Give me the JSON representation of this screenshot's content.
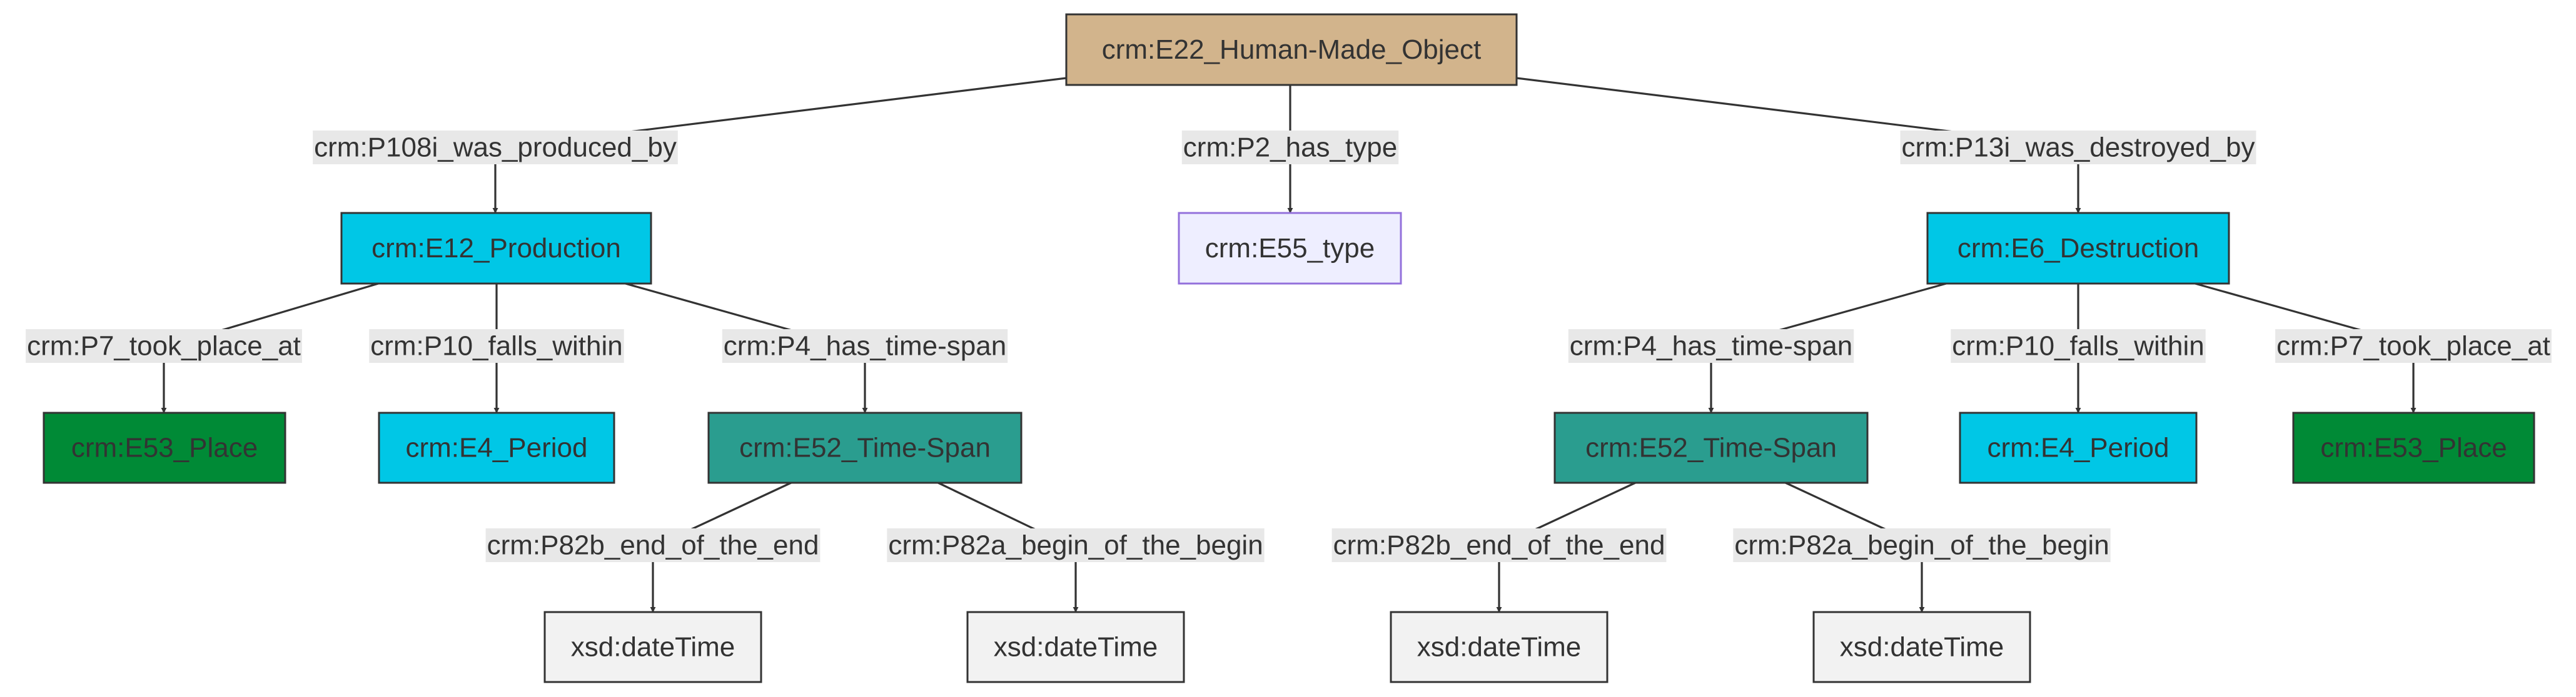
{
  "colors": {
    "root": "#d2b48c",
    "event": "#00c7e6",
    "type": "#eeeeff",
    "type_border": "#9370db",
    "place": "#008a36",
    "period": "#00c7e6",
    "timespan": "#2a9d8f",
    "literal": "#f2f2f2",
    "border": "#333333",
    "edge": "#333333",
    "label_bg": "#e8e8e8"
  },
  "nodes": [
    {
      "id": "root",
      "label": "crm:E22_Human-Made_Object",
      "style": "root"
    },
    {
      "id": "prod",
      "label": "crm:E12_Production",
      "style": "event"
    },
    {
      "id": "type",
      "label": "crm:E55_type",
      "style": "type"
    },
    {
      "id": "dest",
      "label": "crm:E6_Destruction",
      "style": "event"
    },
    {
      "id": "place1",
      "label": "crm:E53_Place",
      "style": "place"
    },
    {
      "id": "period1",
      "label": "crm:E4_Period",
      "style": "period"
    },
    {
      "id": "ts1",
      "label": "crm:E52_Time-Span",
      "style": "timespan"
    },
    {
      "id": "ts2",
      "label": "crm:E52_Time-Span",
      "style": "timespan"
    },
    {
      "id": "period2",
      "label": "crm:E4_Period",
      "style": "period"
    },
    {
      "id": "place2",
      "label": "crm:E53_Place",
      "style": "place"
    },
    {
      "id": "dt1",
      "label": "xsd:dateTime",
      "style": "literal"
    },
    {
      "id": "dt2",
      "label": "xsd:dateTime",
      "style": "literal"
    },
    {
      "id": "dt3",
      "label": "xsd:dateTime",
      "style": "literal"
    },
    {
      "id": "dt4",
      "label": "xsd:dateTime",
      "style": "literal"
    }
  ],
  "edges": [
    {
      "from": "root",
      "to": "prod",
      "label": "crm:P108i_was_produced_by"
    },
    {
      "from": "root",
      "to": "type",
      "label": "crm:P2_has_type"
    },
    {
      "from": "root",
      "to": "dest",
      "label": "crm:P13i_was_destroyed_by"
    },
    {
      "from": "prod",
      "to": "place1",
      "label": "crm:P7_took_place_at"
    },
    {
      "from": "prod",
      "to": "period1",
      "label": "crm:P10_falls_within"
    },
    {
      "from": "prod",
      "to": "ts1",
      "label": "crm:P4_has_time-span"
    },
    {
      "from": "dest",
      "to": "ts2",
      "label": "crm:P4_has_time-span"
    },
    {
      "from": "dest",
      "to": "period2",
      "label": "crm:P10_falls_within"
    },
    {
      "from": "dest",
      "to": "place2",
      "label": "crm:P7_took_place_at"
    },
    {
      "from": "ts1",
      "to": "dt1",
      "label": "crm:P82b_end_of_the_end"
    },
    {
      "from": "ts1",
      "to": "dt2",
      "label": "crm:P82a_begin_of_the_begin"
    },
    {
      "from": "ts2",
      "to": "dt3",
      "label": "crm:P82b_end_of_the_end"
    },
    {
      "from": "ts2",
      "to": "dt4",
      "label": "crm:P82a_begin_of_the_begin"
    }
  ]
}
